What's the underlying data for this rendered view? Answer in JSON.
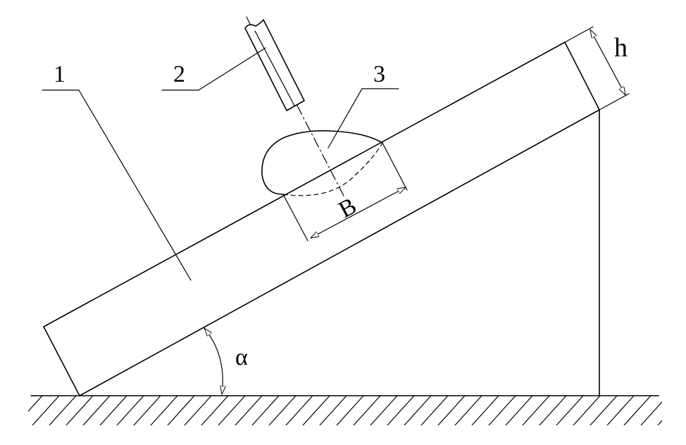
{
  "labels": {
    "part_1": "1",
    "part_2": "2",
    "part_3": "3",
    "width": "B",
    "thickness": "h",
    "angle": "α"
  },
  "colors": {
    "stroke": "#000000",
    "background": "#ffffff"
  }
}
